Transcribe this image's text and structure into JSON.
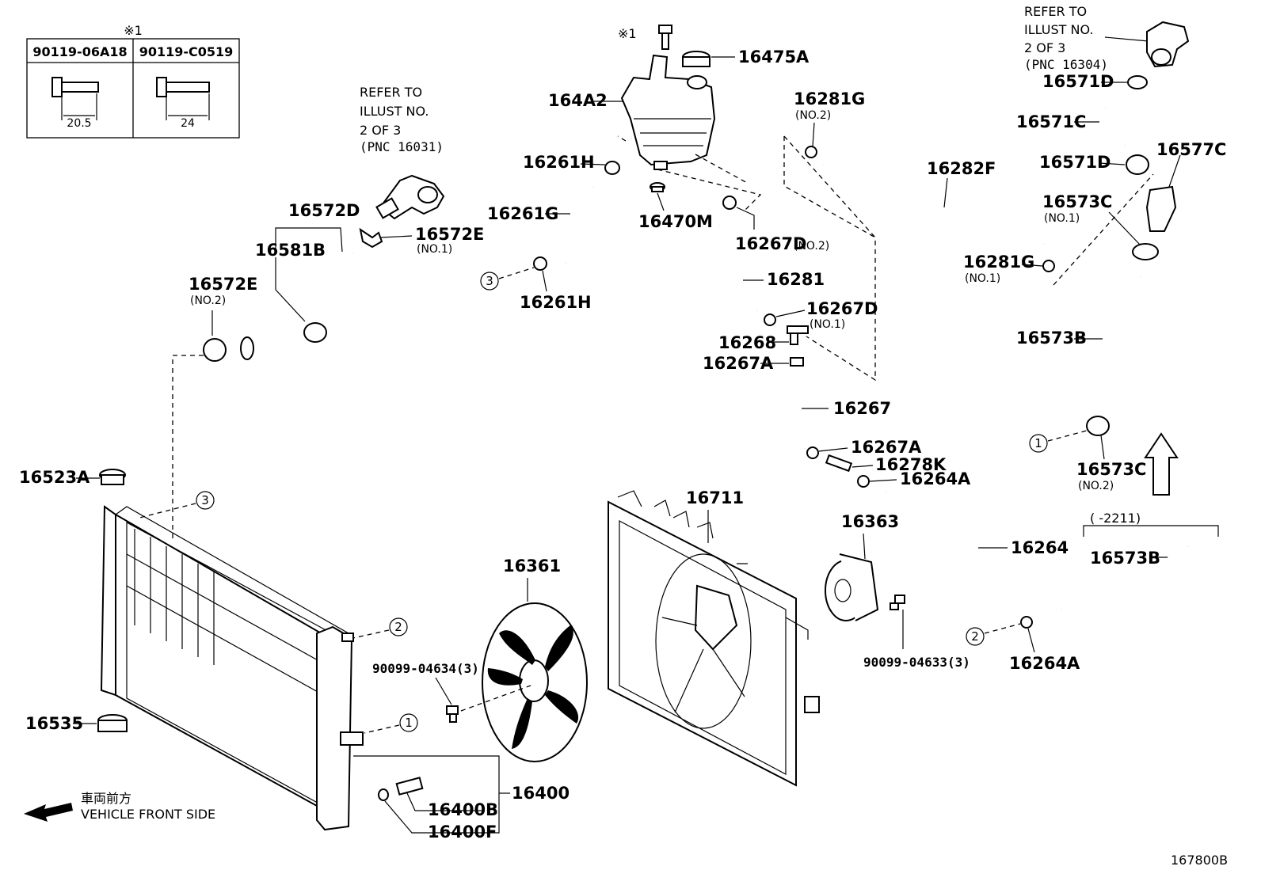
{
  "diagram_id": "167800B",
  "table": {
    "mark": "※1",
    "columns": [
      {
        "part_no": "90119-06A18",
        "length": "20.5"
      },
      {
        "part_no": "90119-C0519",
        "length": "24"
      }
    ]
  },
  "references": {
    "water_inlet": [
      "REFER TO",
      "ILLUST NO.",
      "2 OF 3",
      "(PNC 16031)"
    ],
    "top_right": [
      "REFER TO",
      "ILLUST NO.",
      "2 OF 3",
      "(PNC 16304)"
    ]
  },
  "front_side": {
    "jp": "車両前方",
    "en": "VEHICLE FRONT SIDE"
  },
  "range_note": "(  -2211)",
  "marks": {
    "m1": "※1",
    "c1": "1",
    "c2": "2",
    "c3": "3"
  },
  "labels": {
    "p16475A": "16475A",
    "p164A2": "164A2",
    "p16261H_a": "16261H",
    "p16261G": "16261G",
    "p16261H_b": "16261H",
    "p16470M": "16470M",
    "p16572D": "16572D",
    "p16581B": "16581B",
    "p16572E_1": "16572E",
    "p16572E_1_sub": "(NO.1)",
    "p16572E_2": "16572E",
    "p16572E_2_sub": "(NO.2)",
    "p16281G_a": "16281G",
    "p16281G_a_sub": "(NO.2)",
    "p16282F": "16282F",
    "p16281G_b": "16281G",
    "p16281G_b_sub": "(NO.1)",
    "p16267D_a": "16267D",
    "p16267D_a_sub": "(NO.2)",
    "p16281": "16281",
    "p16267D_b": "16267D",
    "p16267D_b_sub": "(NO.1)",
    "p16268": "16268",
    "p16267A_a": "16267A",
    "p16267": "16267",
    "p16267A_b": "16267A",
    "p16278K": "16278K",
    "p16264A_a": "16264A",
    "p16264": "16264",
    "p16264A_b": "16264A",
    "p16571D_a": "16571D",
    "p16571C": "16571C",
    "p16571D_b": "16571D",
    "p16577C": "16577C",
    "p16573C_a": "16573C",
    "p16573C_a_sub": "(NO.1)",
    "p16573B_a": "16573B",
    "p16573C_b": "16573C",
    "p16573C_b_sub": "(NO.2)",
    "p16573B_b": "16573B",
    "p16523A": "16523A",
    "p16535": "16535",
    "p16361": "16361",
    "p16711": "16711",
    "p16363": "16363",
    "p90099_04634": "90099-04634(3)",
    "p90099_04633": "90099-04633(3)",
    "p16400": "16400",
    "p16400B": "16400B",
    "p16400F": "16400F"
  }
}
